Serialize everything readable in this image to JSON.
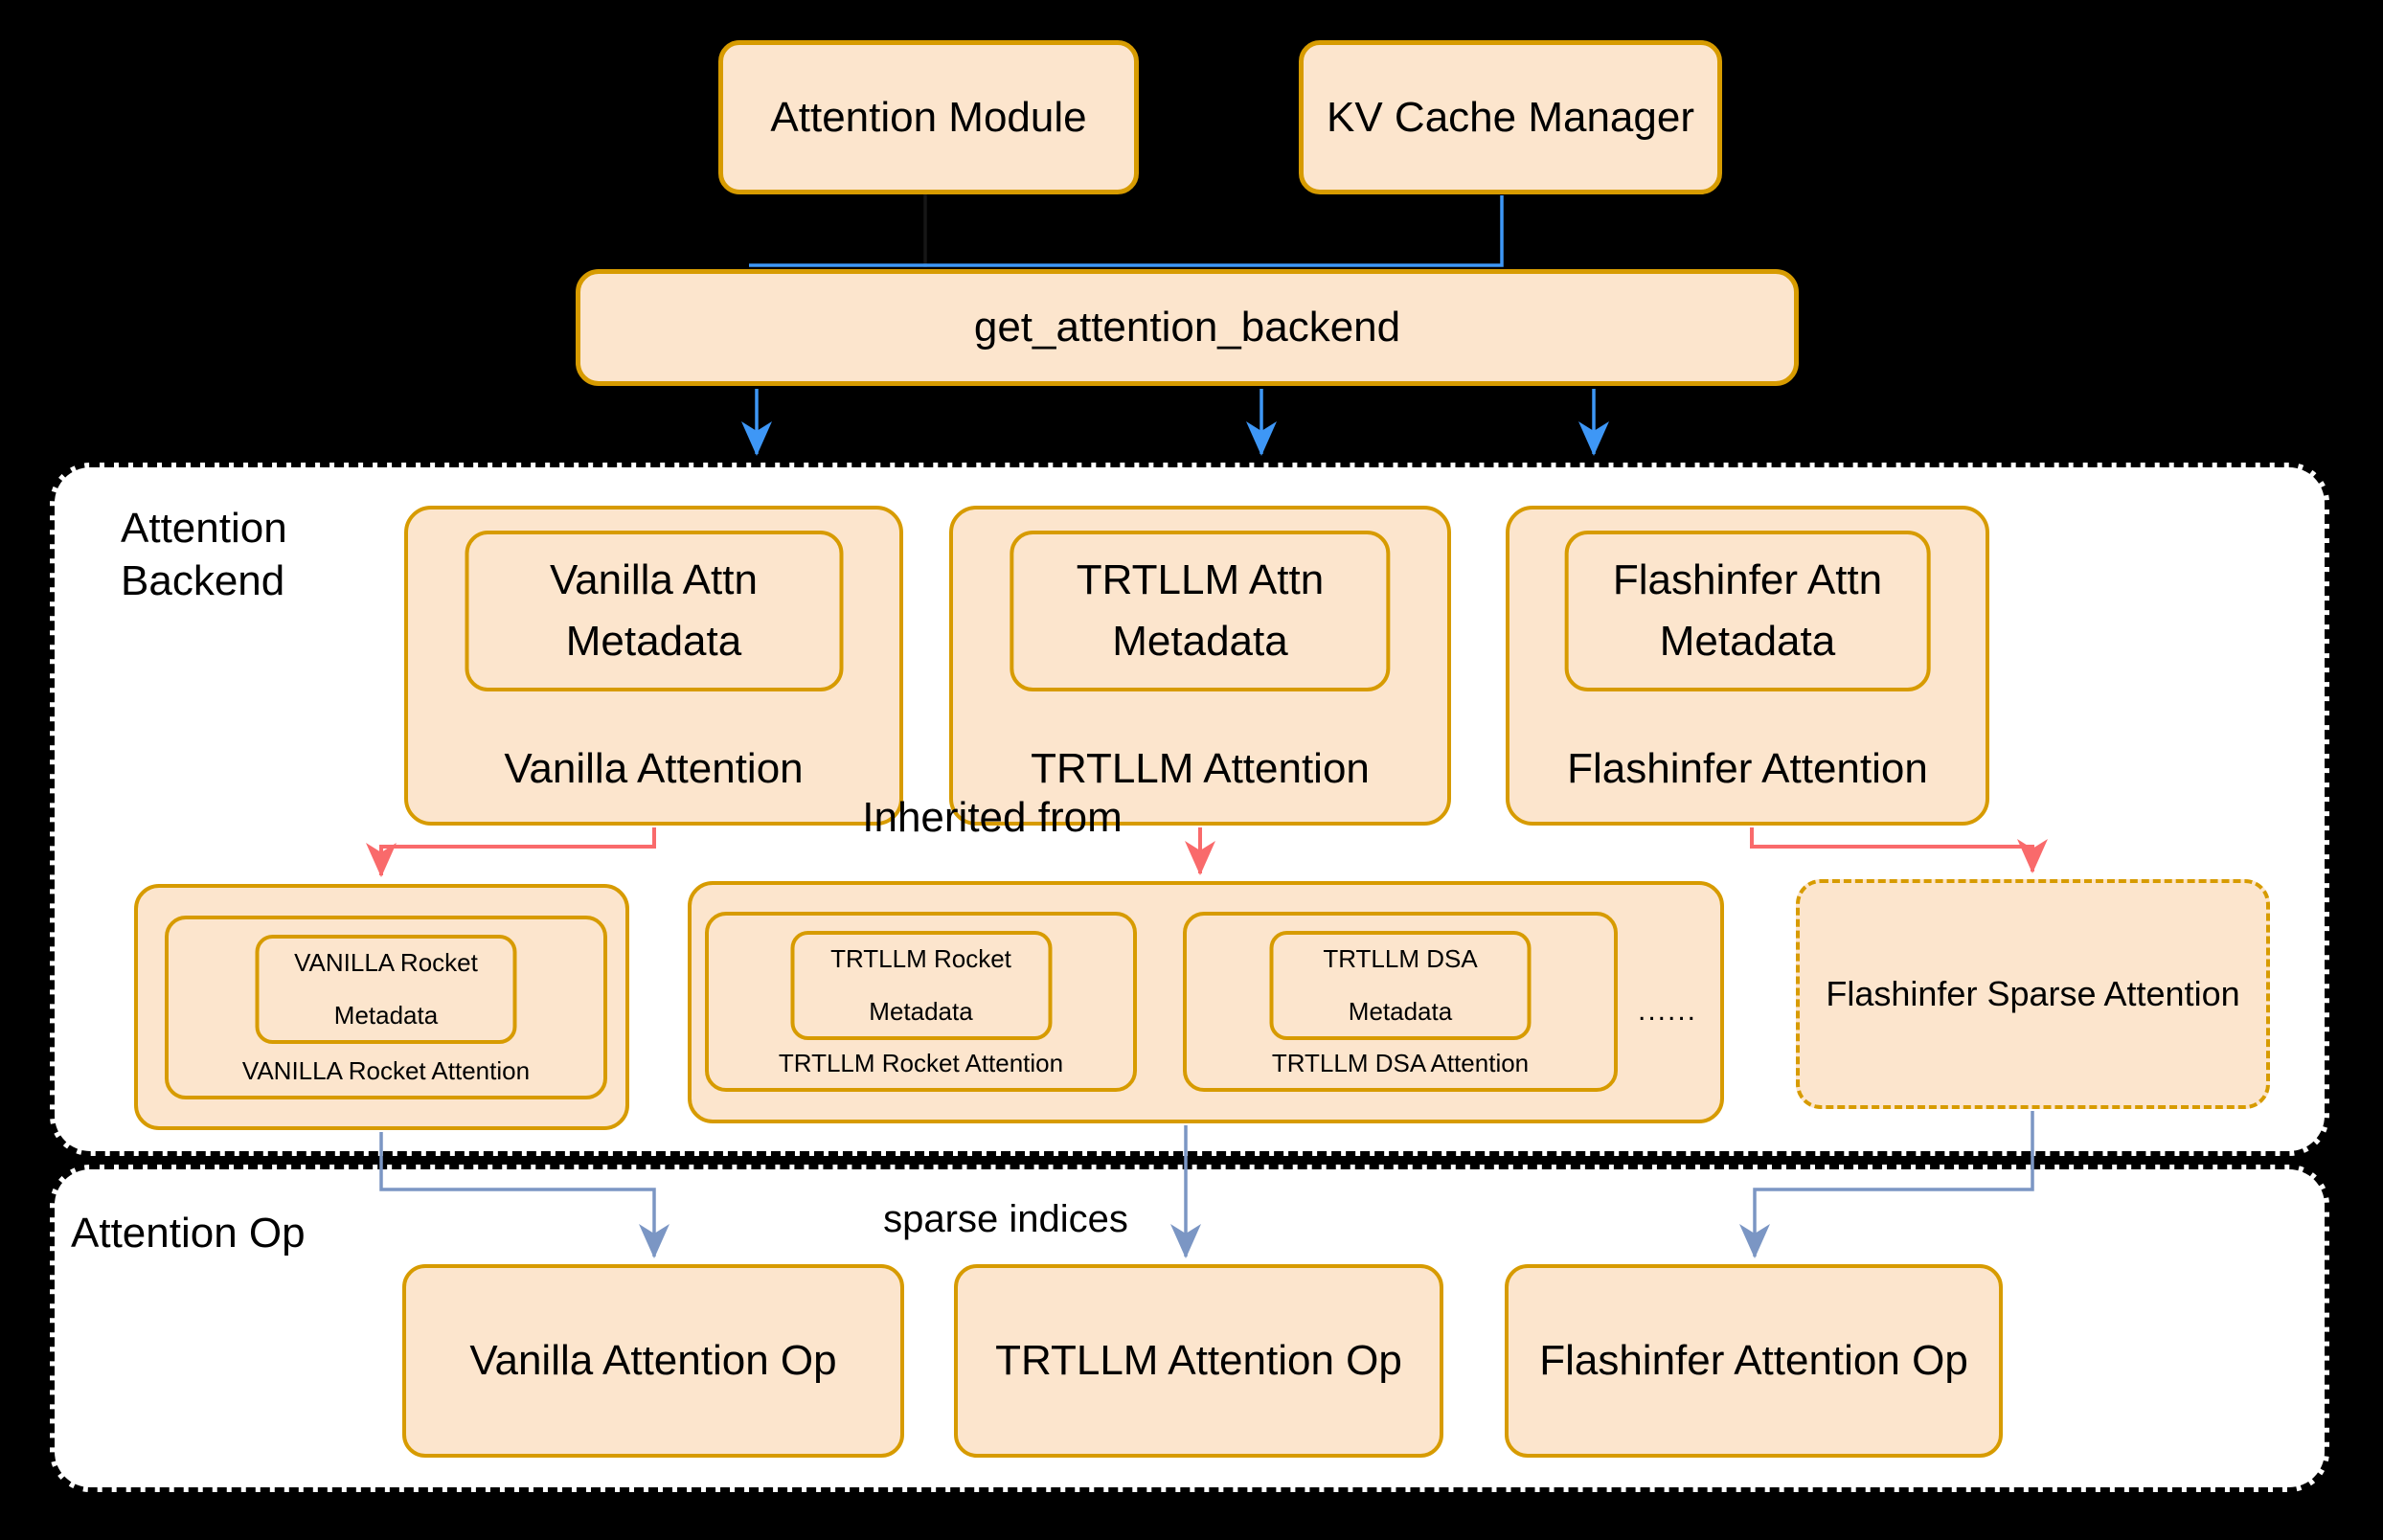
{
  "colors": {
    "background": "#000000",
    "node_fill": "#FCE5CD",
    "node_stroke": "#D79B00",
    "section_fill": "#FFFFFF",
    "section_stroke": "#000000",
    "arrow_blue": "#3E97F6",
    "arrow_red": "#F96A6B",
    "arrow_slate": "#7B96C4",
    "text": "#000000"
  },
  "top": {
    "attention_module": "Attention Module",
    "kv_cache_manager": "KV Cache Manager",
    "get_attention_backend": "get_attention_backend"
  },
  "backend_section": {
    "label_line1": "Attention",
    "label_line2": "Backend",
    "inherited_from_label": "Inherited from",
    "backends": [
      {
        "metadata_line1": "Vanilla Attn",
        "metadata_line2": "Metadata",
        "name": "Vanilla Attention"
      },
      {
        "metadata_line1": "TRTLLM Attn",
        "metadata_line2": "Metadata",
        "name": "TRTLLM Attention"
      },
      {
        "metadata_line1": "Flashinfer Attn",
        "metadata_line2": "Metadata",
        "name": "Flashinfer Attention"
      }
    ],
    "derived": {
      "vanilla_rocket": {
        "metadata_line1": "VANILLA Rocket",
        "metadata_line2": "Metadata",
        "name": "VANILLA Rocket Attention"
      },
      "trtllm_group": {
        "members": [
          {
            "metadata_line1": "TRTLLM Rocket",
            "metadata_line2": "Metadata",
            "name": "TRTLLM Rocket Attention"
          },
          {
            "metadata_line1": "TRTLLM DSA",
            "metadata_line2": "Metadata",
            "name": "TRTLLM DSA Attention"
          }
        ],
        "ellipsis": "......"
      },
      "flashinfer_sparse": {
        "name": "Flashinfer Sparse Attention"
      }
    }
  },
  "op_section": {
    "label": "Attention Op",
    "sparse_indices_label": "sparse indices",
    "ops": [
      {
        "name": "Vanilla Attention Op"
      },
      {
        "name": "TRTLLM Attention Op"
      },
      {
        "name": "Flashinfer Attention Op"
      }
    ]
  }
}
